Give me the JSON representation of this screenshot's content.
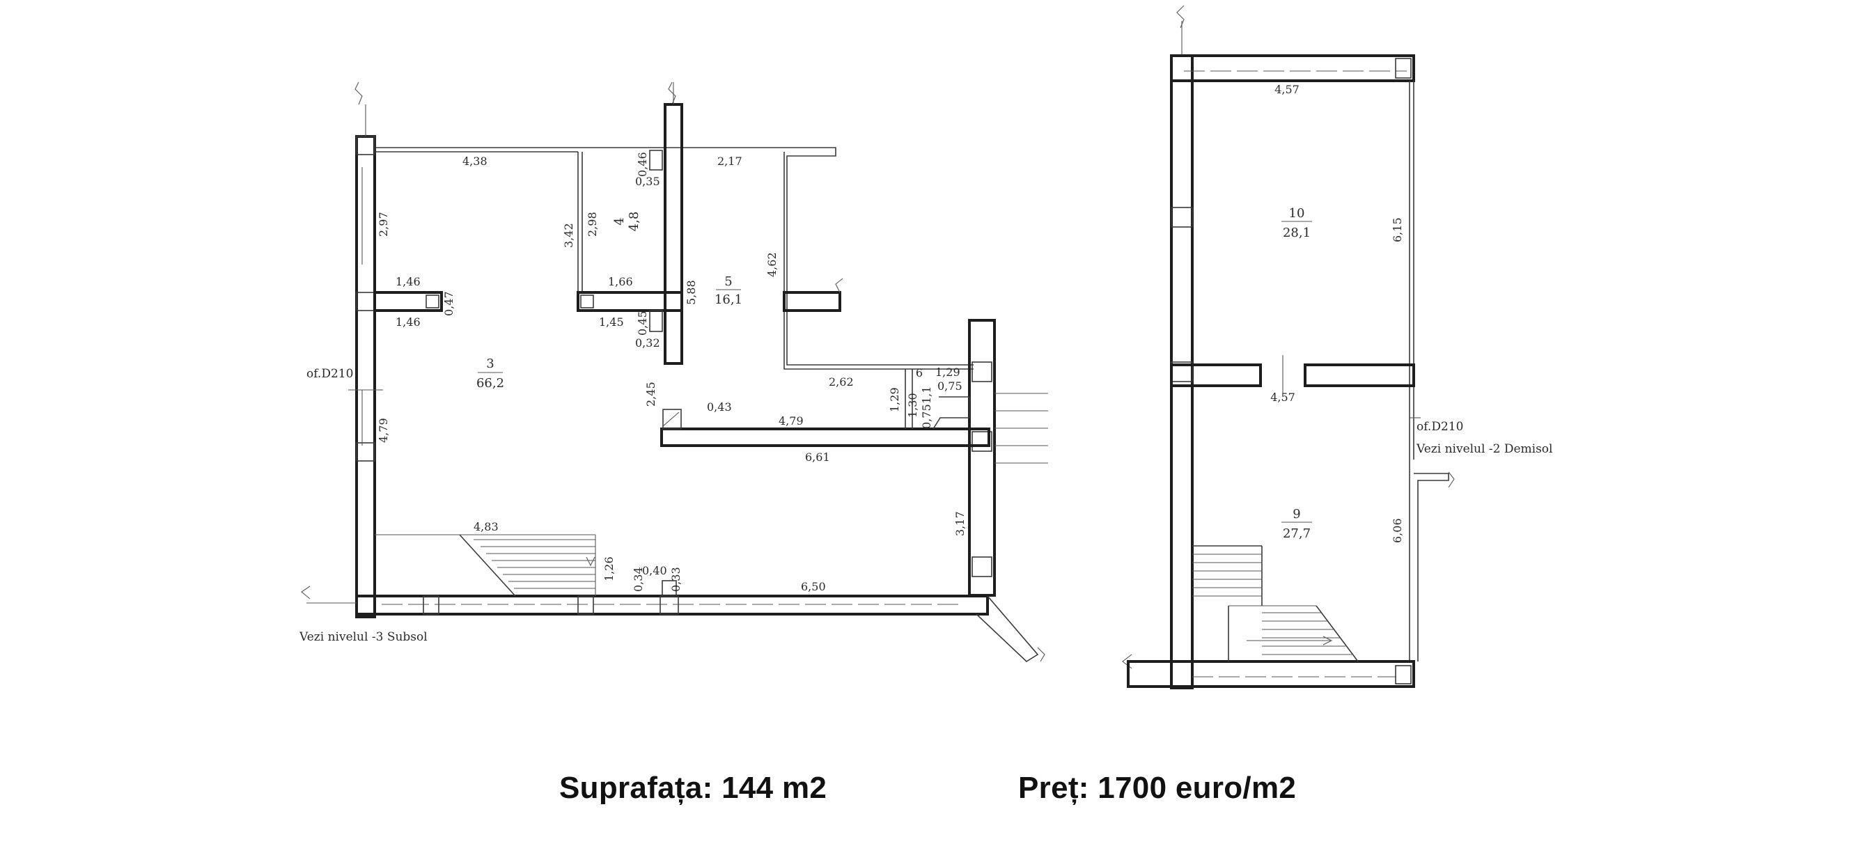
{
  "plan_left": {
    "dimensions": {
      "d_438": "4,38",
      "d_297": "2,97",
      "d_146a": "1,46",
      "d_146b": "1,46",
      "d_047": "0,47",
      "d_479v": "4,79",
      "d_342": "3,42",
      "d_298": "2,98",
      "d_166": "1,66",
      "d_145": "1,45",
      "d_045": "0,45",
      "d_032": "0,32",
      "d_046": "0,46",
      "d_035": "0,35",
      "d_588": "5,88",
      "d_217": "2,17",
      "d_462": "4,62",
      "d_262": "2,62",
      "d_245": "2,45",
      "d_043": "0,43",
      "d_479h": "4,79",
      "d_129a": "1,29",
      "d_129b": "1,29",
      "d_130": "1,30",
      "d_11": "1,1",
      "d_075a": "0,75",
      "d_075b": "0,75",
      "d_661": "6,61",
      "d_317": "3,17",
      "d_483": "4,83",
      "d_126": "1,26",
      "d_034": "0,34",
      "d_040": "0,40",
      "d_033": "0,33",
      "d_650": "6,50"
    },
    "rooms": [
      {
        "num": "3",
        "area": "66,2"
      },
      {
        "num": "4",
        "area": "4,8"
      },
      {
        "num": "5",
        "area": "16,1"
      },
      {
        "num": "6",
        "area": "1,1"
      }
    ],
    "door_label": "of.D210",
    "note": "Vezi nivelul -3 Subsol"
  },
  "plan_right": {
    "dimensions": {
      "d_457a": "4,57",
      "d_615": "6,15",
      "d_457b": "4,57",
      "d_606": "6,06"
    },
    "rooms": [
      {
        "num": "10",
        "area": "28,1"
      },
      {
        "num": "9",
        "area": "27,7"
      }
    ],
    "door_label": "of.D210",
    "note": "Vezi nivelul -2 Demisol"
  },
  "footer": {
    "area": "Suprafața: 144 m2",
    "price": "Preț: 1700 euro/m2"
  }
}
